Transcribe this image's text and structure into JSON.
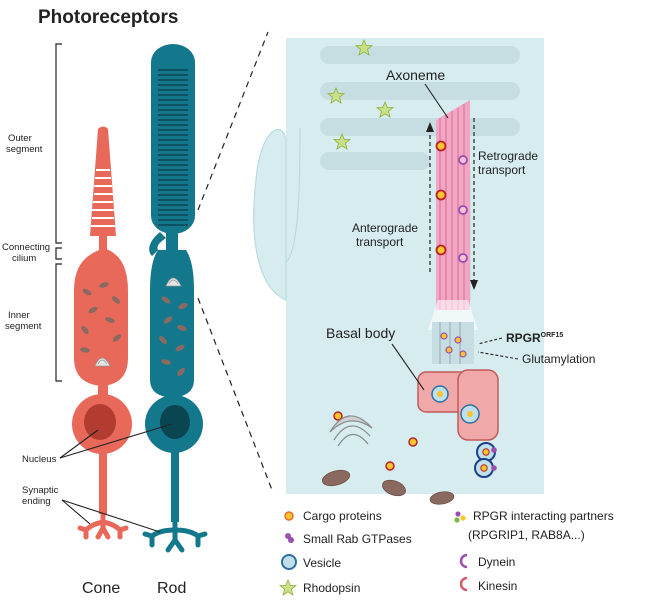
{
  "title": "Photoreceptors",
  "segments": {
    "outer": [
      "Outer",
      "segment"
    ],
    "connecting": [
      "Connecting",
      "cilium"
    ],
    "inner": [
      "Inner",
      "segment"
    ],
    "nucleus": "Nucleus",
    "synaptic": [
      "Synaptic",
      "ending"
    ]
  },
  "cells": {
    "cone": "Cone",
    "rod": "Rod"
  },
  "inset": {
    "axoneme": "Axoneme",
    "retrograde": [
      "Retrograde",
      "transport"
    ],
    "anterograde": [
      "Anterograde",
      "transport"
    ],
    "basal_body": "Basal body",
    "rpgr": "RPGR",
    "rpgr_sup": "ORF15",
    "glutamylation": "Glutamylation"
  },
  "legend": {
    "cargo": "Cargo proteins",
    "rab": "Small Rab GTPases",
    "vesicle": "Vesicle",
    "rhodopsin": "Rhodopsin",
    "rpgr_partners": [
      "RPGR interacting partners",
      "(RPGRIP1, RAB8A...)"
    ],
    "dynein": "Dynein",
    "kinesin": "Kinesin"
  },
  "colors": {
    "cone": "#e8695a",
    "cone_dark": "#b23c30",
    "rod": "#14788d",
    "rod_dark": "#0a4552",
    "inset_bg": "#d6ecef",
    "cilium": "#f3a6c3",
    "cargo": "#f7c62f",
    "rab": "#9b4fb0",
    "vesicle": "#bfe0ea",
    "rhodopsin": "#c9e08a",
    "basal": "#f0a8a8"
  }
}
